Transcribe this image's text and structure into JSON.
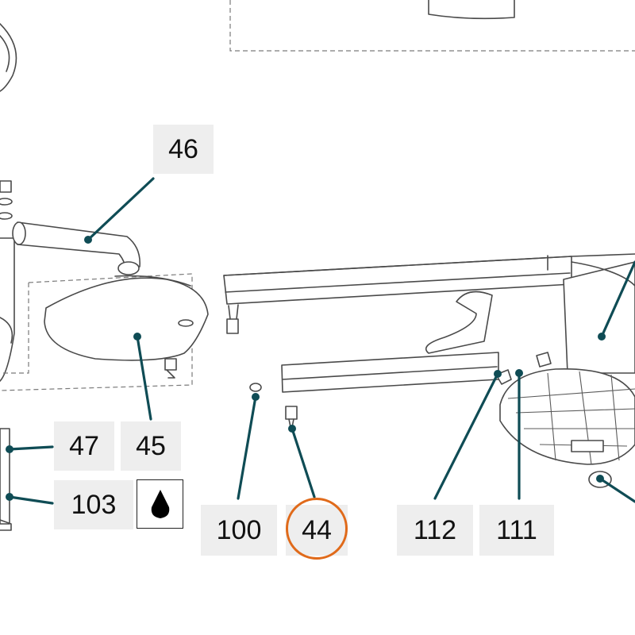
{
  "diagram": {
    "labels": {
      "l46": "46",
      "l47": "47",
      "l45": "45",
      "l103": "103",
      "l100": "100",
      "l44": "44",
      "l112": "112",
      "l111": "111"
    },
    "icons": {
      "oil": "oil-drop-icon"
    },
    "colors": {
      "leader": "#0f4c55",
      "label_bg": "#eeeeee",
      "highlight": "#e06a1a"
    },
    "highlighted_part": "44"
  }
}
